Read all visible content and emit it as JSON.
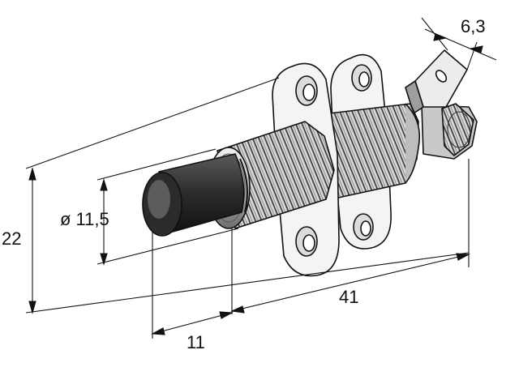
{
  "drawing": {
    "dimensions": {
      "overall_height": "22",
      "diameter": "ø 11,5",
      "terminal_width": "6,3",
      "overall_length": "41",
      "plunger_length": "11"
    }
  },
  "colors": {
    "line": "#111111",
    "metal_light": "#e6e6e6",
    "metal_mid": "#b5b5b5",
    "metal_dark": "#4a4a4a",
    "plunger": "#2b2b2b"
  }
}
